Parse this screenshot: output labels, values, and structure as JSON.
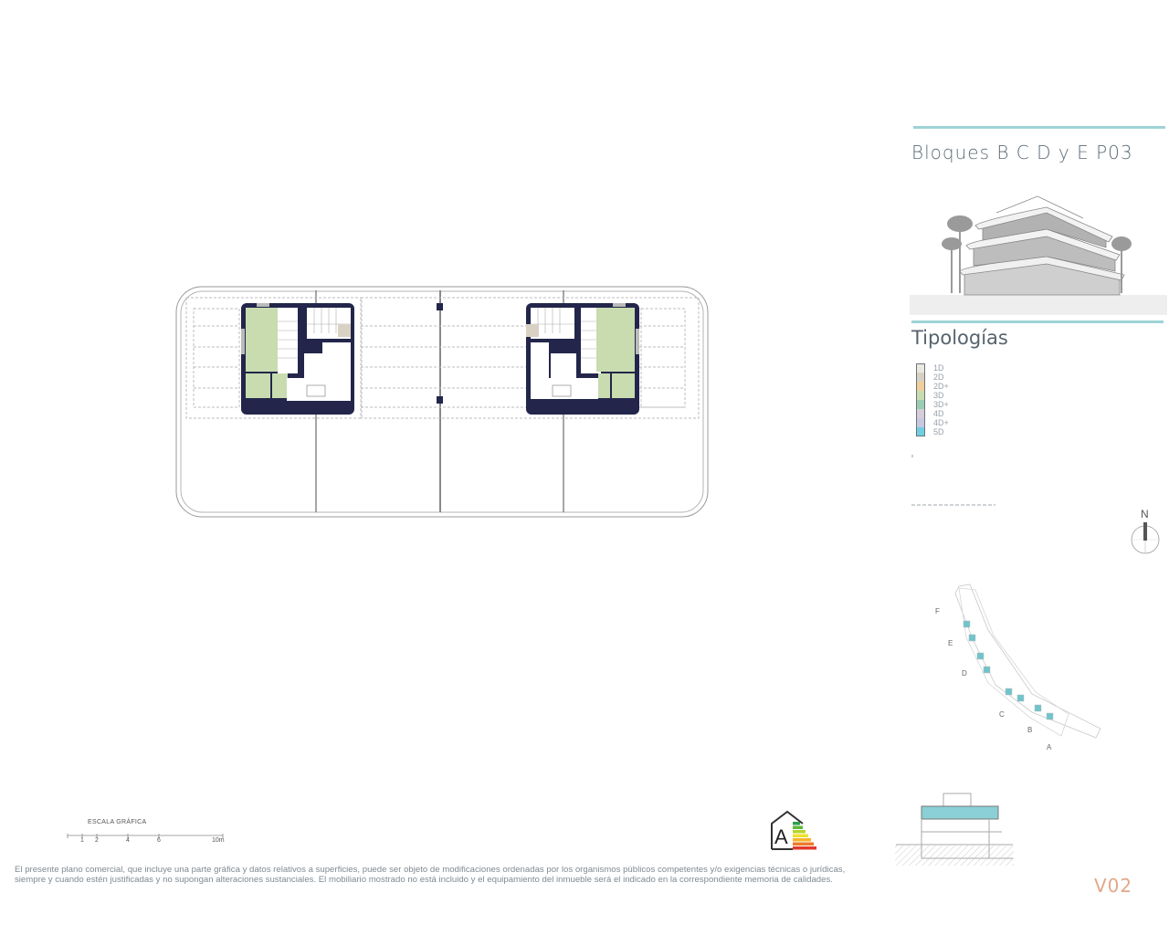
{
  "header": {
    "title": "Bloques B C D y E P03",
    "accent_color": "#9fd3d6"
  },
  "typologies": {
    "heading": "Tipologías",
    "items": [
      {
        "label": "1D",
        "color": "#ece8e0"
      },
      {
        "label": "2D",
        "color": "#d8d0c2"
      },
      {
        "label": "2D+",
        "color": "#f0cf9a"
      },
      {
        "label": "3D",
        "color": "#c8dcb0"
      },
      {
        "label": "3D+",
        "color": "#9ccdb0"
      },
      {
        "label": "4D",
        "color": "#d6cdd8"
      },
      {
        "label": "4D+",
        "color": "#c6c8e0"
      },
      {
        "label": "5D",
        "color": "#6fcfdf"
      }
    ]
  },
  "compass": {
    "label": "N"
  },
  "site_plan": {
    "blocks": [
      "F",
      "E",
      "D",
      "C",
      "B",
      "A"
    ]
  },
  "scale": {
    "title": "ESCALA GRÁFICA",
    "ticks": [
      "1",
      "2",
      "4",
      "6",
      "10m"
    ]
  },
  "energy_rating": {
    "grade": "A"
  },
  "disclaimer": "El presente plano comercial, que incluye una parte gráfica y datos relativos a superficies, puede ser objeto de modificaciones ordenadas por los organismos públicos competentes y/o exigencias técnicas o jurídicas, siempre y cuando estén justificadas y no supongan alteraciones sustanciales. El mobiliario mostrado no está incluido y el equipamiento del inmueble será el indicado en la correspondiente memoria de calidades.",
  "version": "V02",
  "colors": {
    "core_navy": "#23264a",
    "room_green": "#c8dcb0",
    "stair_beige": "#d9d2c4",
    "version_orange": "#e2a88a"
  }
}
